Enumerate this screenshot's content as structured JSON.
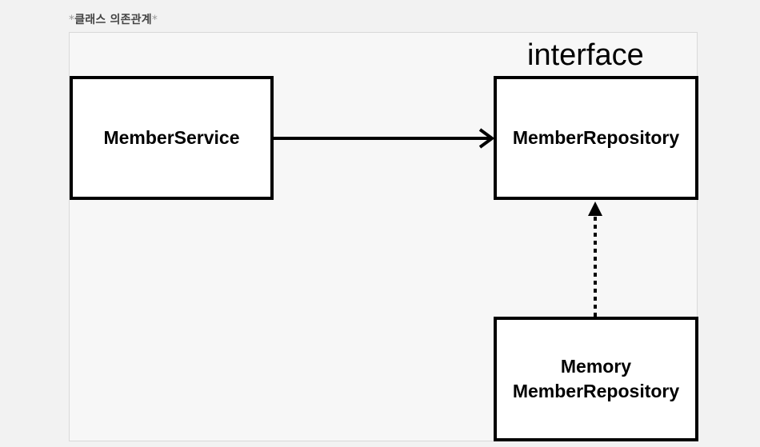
{
  "caption": {
    "prefix": "*",
    "text": "클래스 의존관계",
    "suffix": "*"
  },
  "diagram": {
    "stereotype": "interface",
    "boxes": {
      "member_service": "MemberService",
      "member_repository": "MemberRepository",
      "memory_line1": "Memory",
      "memory_line2": "MemberRepository"
    },
    "relations": [
      {
        "from": "MemberService",
        "to": "MemberRepository",
        "kind": "dependency",
        "style": "solid"
      },
      {
        "from": "MemoryMemberRepository",
        "to": "MemberRepository",
        "kind": "implementation",
        "style": "dotted"
      }
    ],
    "colors": {
      "stroke": "#000000",
      "box_fill": "#ffffff",
      "canvas": "#f7f7f7"
    }
  }
}
